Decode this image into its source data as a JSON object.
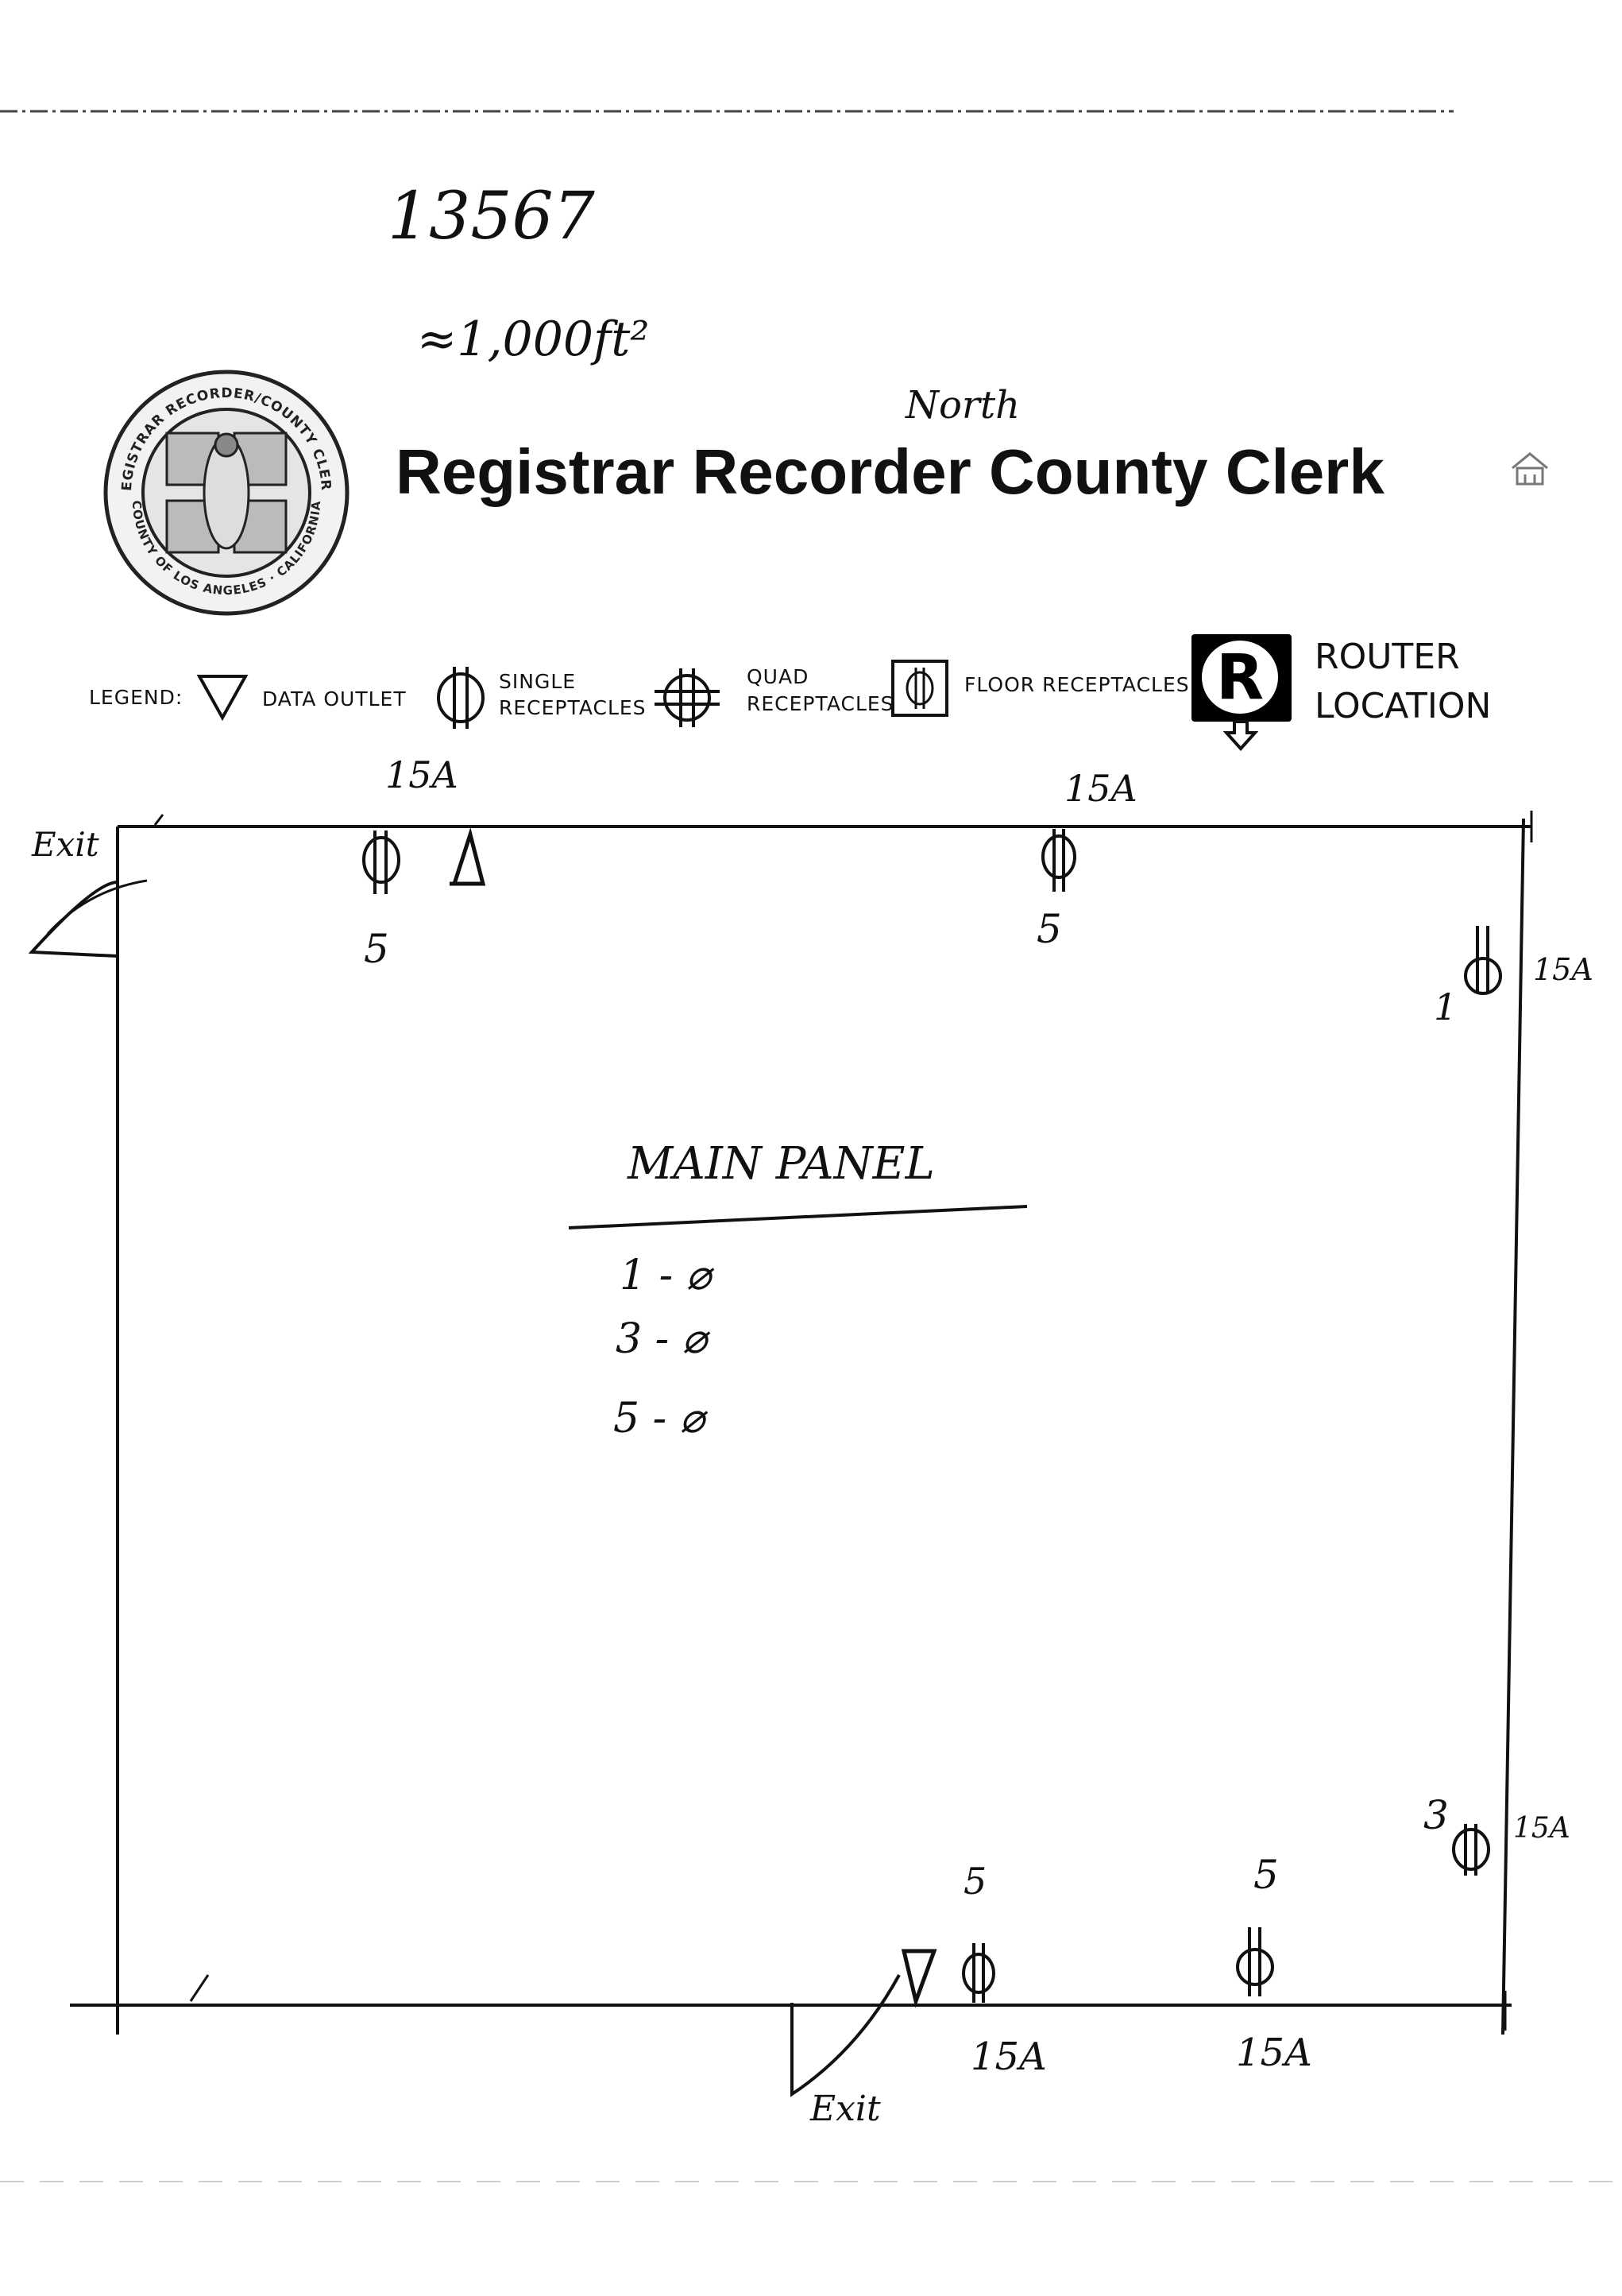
{
  "header": {
    "doc_number": "13567",
    "area": "≈1,000ft²",
    "north_label": "North",
    "title": "Registrar Recorder County Clerk"
  },
  "seal": {
    "ring_text_top": "REGISTRAR RECORDER/COUNTY CLERK",
    "ring_text_bottom": "COUNTY OF LOS ANGELES · CALIFORNIA"
  },
  "legend": {
    "label": "LEGEND:",
    "data_outlet": "DATA OUTLET",
    "single_line1": "SINGLE",
    "single_line2": "RECEPTACLES",
    "quad_line1": "QUAD",
    "quad_line2": "RECEPTACLES",
    "floor": "FLOOR RECEPTACLES",
    "router_letter": "R",
    "router_line1": "ROUTER",
    "router_line2": "LOCATION"
  },
  "plan": {
    "exit_top_left": "Exit",
    "exit_bottom": "Exit",
    "receptacles": [
      {
        "amp": "15A",
        "circuit": "5"
      },
      {
        "amp": "15A",
        "circuit": "5"
      },
      {
        "amp": "15A",
        "circuit": "1"
      },
      {
        "amp": "15A",
        "circuit": "3"
      },
      {
        "amp": "15A",
        "circuit": "5"
      },
      {
        "amp": "15A",
        "circuit": "5"
      }
    ],
    "main_panel": {
      "heading": "MAIN PANEL",
      "rows": [
        "1 - ⌀",
        "3 - ⌀",
        "5 - ⌀"
      ]
    }
  }
}
